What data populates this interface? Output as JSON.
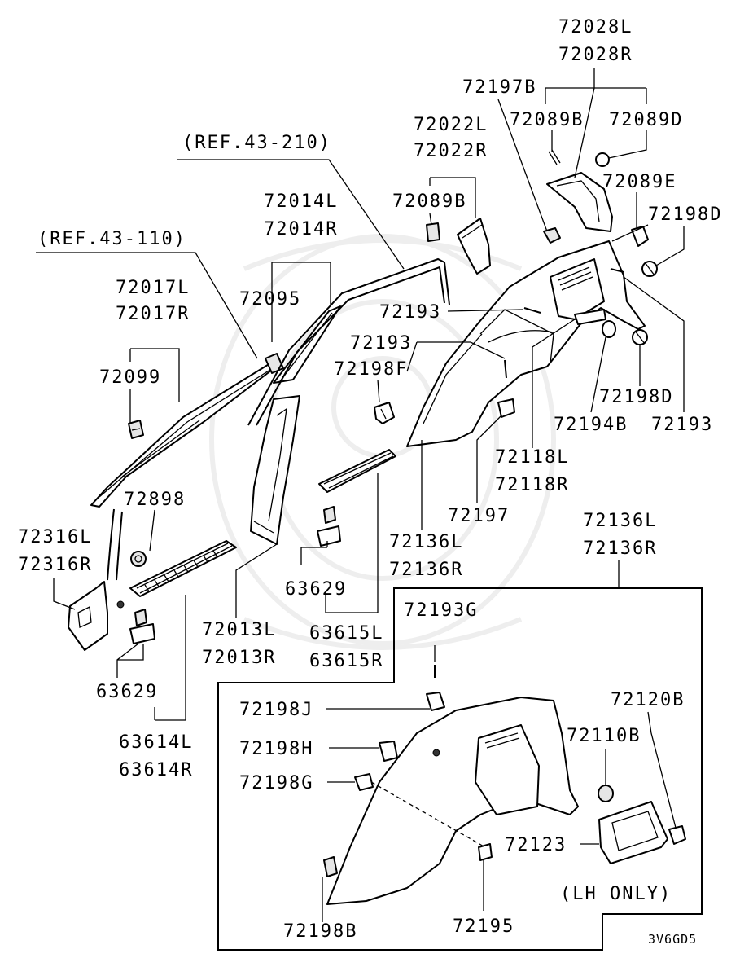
{
  "diagram": {
    "references": {
      "ref_210": "(REF.43-210)",
      "ref_110": "(REF.43-110)"
    },
    "labels": {
      "p72028L": "72028L",
      "p72028R": "72028R",
      "p72197B": "72197B",
      "p72089B_top": "72089B",
      "p72089D": "72089D",
      "p72022L": "72022L",
      "p72022R": "72022R",
      "p72089B_mid": "72089B",
      "p72089E": "72089E",
      "p72198D_top": "72198D",
      "p72014L": "72014L",
      "p72014R": "72014R",
      "p72095": "72095",
      "p72193_a": "72193",
      "p72193_b": "72193",
      "p72017L": "72017L",
      "p72017R": "72017R",
      "p72099": "72099",
      "p72198F": "72198F",
      "p72198D_bot": "72198D",
      "p72194B": "72194B",
      "p72193_c": "72193",
      "p72118L": "72118L",
      "p72118R": "72118R",
      "p72898": "72898",
      "p72197": "72197",
      "p72136L_right": "72136L",
      "p72136R_right": "72136R",
      "p72316L": "72316L",
      "p72316R": "72316R",
      "p72136L_mid": "72136L",
      "p72136R_mid": "72136R",
      "p63629_mid": "63629",
      "p72193G": "72193G",
      "p72013L": "72013L",
      "p72013R": "72013R",
      "p63615L": "63615L",
      "p63615R": "63615R",
      "p63629_left": "63629",
      "p72198J": "72198J",
      "p72120B": "72120B",
      "p63614L": "63614L",
      "p63614R": "63614R",
      "p72198H": "72198H",
      "p72110B": "72110B",
      "p72198G": "72198G",
      "p72123": "72123",
      "lh_only": "(LH ONLY)",
      "p72198B": "72198B",
      "p72195": "72195",
      "code": "3V6GD5"
    }
  }
}
